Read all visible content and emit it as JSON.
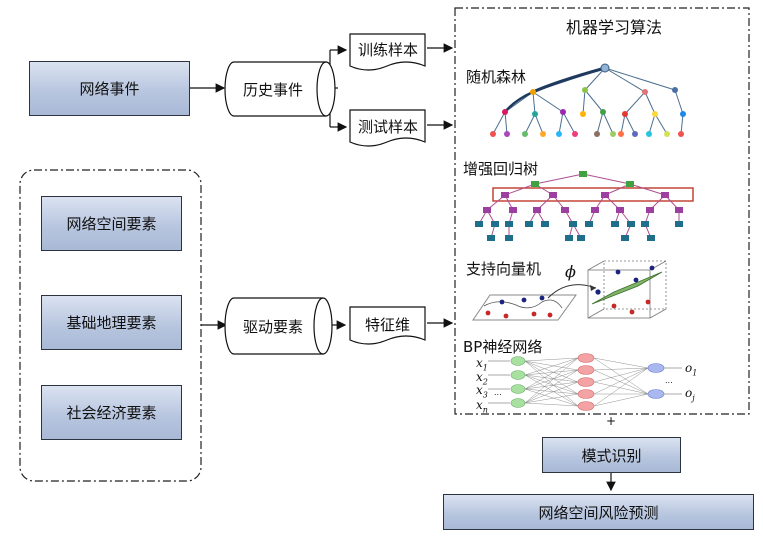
{
  "inputs": {
    "network_events": "网络事件",
    "network_space_factors": "网络空间要素",
    "basic_geo_factors": "基础地理要素",
    "socio_economic_factors": "社会经济要素"
  },
  "stores": {
    "historical_events": "历史事件",
    "driving_factors": "驱动要素"
  },
  "docs": {
    "training_samples": "训练样本",
    "test_samples": "测试样本",
    "feature_dimension": "特征维"
  },
  "ml": {
    "title": "机器学习算法",
    "random_forest": "随机森林",
    "boosted_regression_tree": "增强回归树",
    "svm": "支持向量机",
    "svm_phi": "ϕ",
    "bp_network": "BP神经网络",
    "bp_inputs": [
      "x",
      "x",
      "x",
      "x"
    ],
    "bp_input_subs": [
      "1",
      "2",
      "3",
      "n"
    ],
    "bp_dots": "...",
    "bp_outputs": [
      "o",
      "o"
    ],
    "bp_output_subs": [
      "1",
      "j"
    ]
  },
  "outputs": {
    "plus": "+",
    "pattern_recognition": "模式识别",
    "risk_prediction": "网络空间风险预测"
  },
  "colors": {
    "box_fill": "#b8c6df",
    "box_border": "#2c3440",
    "rf_edge": "#4c6e8e",
    "brt_node": "#3fa13f",
    "brt_highlight": "#c0392b",
    "svm_plane": "#6aa84f",
    "bp_input": "#a8e0a0",
    "bp_hidden": "#f3a3a3",
    "bp_output": "#a9b8ee"
  }
}
